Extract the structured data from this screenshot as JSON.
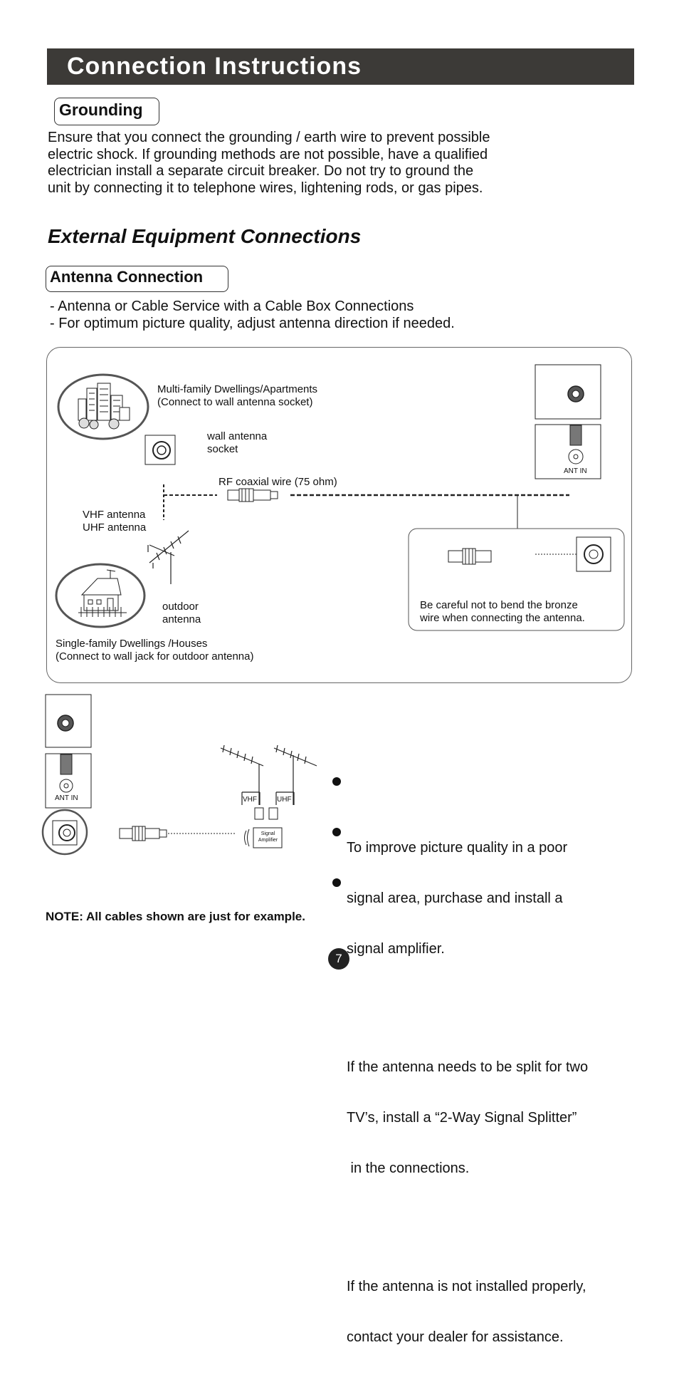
{
  "header": {
    "title": "Connection Instructions"
  },
  "grounding": {
    "heading": "Grounding",
    "lines": [
      "Ensure that you connect the grounding / earth wire to prevent possible",
      "electric shock. If grounding methods are not possible, have a qualified",
      "electrician install a separate circuit breaker. Do not try to ground the",
      "unit by connecting it to telephone wires, lightening rods, or gas pipes."
    ]
  },
  "external": {
    "title": "External Equipment Connections",
    "antenna_heading": "Antenna Connection",
    "intro": [
      "- Antenna or Cable Service with a Cable Box Connections",
      "- For optimum picture quality, adjust antenna direction if needed."
    ]
  },
  "diagram": {
    "multi_family": [
      "Multi-family Dwellings/Apartments",
      "(Connect to wall antenna socket)"
    ],
    "wall_socket": [
      "wall antenna",
      "socket"
    ],
    "rf_wire": "RF coaxial wire (75 ohm)",
    "vhf_uhf": [
      "VHF antenna",
      "UHF antenna"
    ],
    "outdoor": [
      "outdoor",
      "antenna"
    ],
    "single_family": [
      "Single-family Dwellings /Houses",
      "(Connect to wall jack for outdoor antenna)"
    ],
    "careful": [
      "Be careful not to bend the bronze",
      "wire when connecting the antenna."
    ],
    "ant_in": "ANT IN"
  },
  "amplifier": {
    "vhf": "VHF",
    "uhf": "UHF",
    "signal_amp": [
      "Signal",
      "Amplifier"
    ],
    "ant_in": "ANT IN"
  },
  "bullets": [
    [
      "To improve picture quality in a poor",
      "signal area, purchase and install a",
      "signal amplifier."
    ],
    [
      "If the antenna needs to be split for two",
      "TV’s, install a “2-Way Signal Splitter”",
      " in the connections."
    ],
    [
      "If the antenna is not installed properly,",
      "contact your dealer for assistance."
    ]
  ],
  "note": "NOTE: All cables shown are just for example.",
  "page_number": "7"
}
